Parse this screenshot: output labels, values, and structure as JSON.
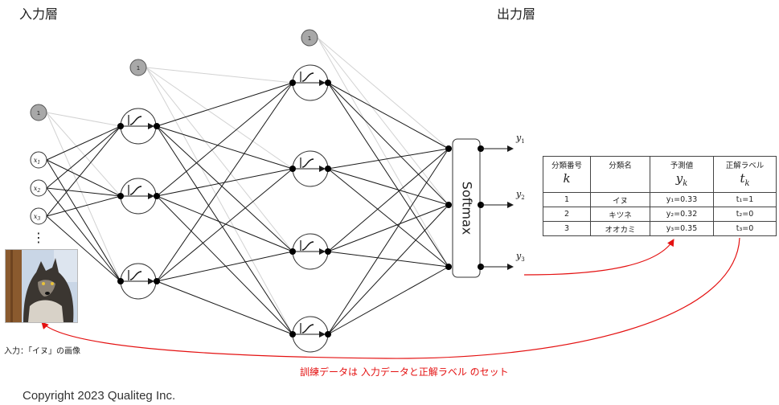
{
  "labels": {
    "input_layer": "入力層",
    "output_layer": "出力層",
    "input_caption": "入力：「イヌ」の画像",
    "training_caption": "訓練データは 入力データと正解ラベル のセット",
    "copyright": "Copyright 2023 Qualiteg Inc."
  },
  "diagram": {
    "bias_label": "1",
    "ellipsis": "⋮",
    "softmax_label": "Softmax",
    "inputs": [
      {
        "symbol": "x",
        "sub": "1"
      },
      {
        "symbol": "x",
        "sub": "2"
      },
      {
        "symbol": "x",
        "sub": "3"
      }
    ],
    "outputs": [
      {
        "symbol": "y",
        "sub": "1"
      },
      {
        "symbol": "y",
        "sub": "2"
      },
      {
        "symbol": "y",
        "sub": "3"
      }
    ],
    "activation_icon": "sigmoid-step-icon",
    "node_colors": {
      "bias_fill": "#a8a8a8",
      "line": "#1a1a1a",
      "bias_line": "#d2d2d2",
      "arrow": "#e41111"
    }
  },
  "table": {
    "headers": [
      {
        "label": "分類番号",
        "math": "k"
      },
      {
        "label": "分類名",
        "math": ""
      },
      {
        "label": "予測値",
        "math": "y_k"
      },
      {
        "label": "正解ラベル",
        "math": "t_k"
      }
    ],
    "rows": [
      [
        "1",
        "イヌ",
        "y₁=0.33",
        "t₁=1"
      ],
      [
        "2",
        "キツネ",
        "y₂=0.32",
        "t₂=0"
      ],
      [
        "3",
        "オオカミ",
        "y₃=0.35",
        "t₃=0"
      ]
    ]
  }
}
